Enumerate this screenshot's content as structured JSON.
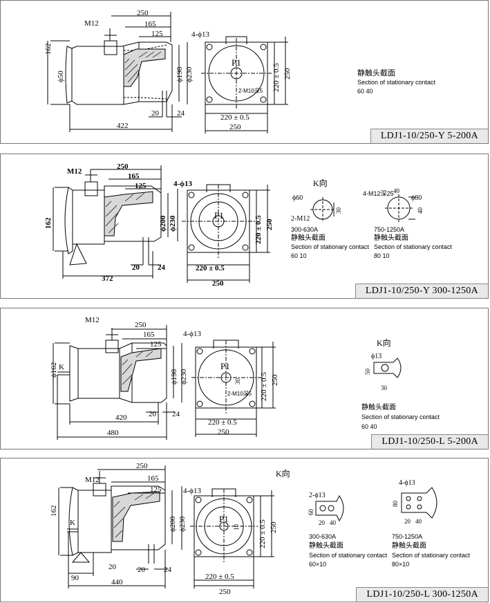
{
  "panels": [
    {
      "caption": "LDJ1-10/250-Y 5-200A",
      "dims": {
        "m12": "M12",
        "d250": "250",
        "d165": "165",
        "d125": "125",
        "d162": "162",
        "d50": "ϕ50",
        "d198": "ϕ198",
        "d230": "ϕ230",
        "d20": "20",
        "d24": "24",
        "d422": "422",
        "holes": "4-ϕ13",
        "p1": "P1",
        "d220a": "220 ± 0.5",
        "d250b": "250",
        "d220b": "220 ± 0.5",
        "d250c": "250",
        "m10": "2-M10深5"
      },
      "note": {
        "zh": "静触头截面",
        "en": "Section of stationary contact",
        "size": "60 40"
      }
    },
    {
      "caption": "LDJ1-10/250-Y 300-1250A",
      "dims": {
        "m12": "M12",
        "d250": "250",
        "d165": "165",
        "d125": "125",
        "d162": "162",
        "d200": "ϕ200",
        "d230": "ϕ230",
        "d20": "20",
        "d24": "24",
        "d372": "372",
        "holes": "4-ϕ13",
        "p1": "P1",
        "d220a": "220 ± 0.5",
        "d250b": "250",
        "d220b": "220 ± 0.5",
        "d250c": "250"
      },
      "kview": "K向",
      "sectionA": {
        "dia": "ϕ60",
        "m": "2-M12",
        "d30": "30",
        "range": "300-630A",
        "zh": "静触头截面",
        "en": "Section of stationary contact",
        "size": "60 10"
      },
      "sectionB": {
        "m": "4-M12深25",
        "d40a": "40",
        "d40b": "40",
        "dia": "ϕ80",
        "range": "750-1250A",
        "zh": "静触头截面",
        "en": "Section of stationary contact",
        "size": "80 10"
      }
    },
    {
      "caption": "LDJ1-10/250-L 5-200A",
      "dims": {
        "m12": "M12",
        "d250": "250",
        "d165": "165",
        "d125": "125",
        "d162": "ϕ162",
        "k": "K",
        "d198": "ϕ198",
        "d230": "ϕ230",
        "d20": "20",
        "d24": "24",
        "d420": "420",
        "d480": "480",
        "holes": "4-ϕ13",
        "p1": "P1",
        "d30": "30",
        "m10": "2-M10深5",
        "d220a": "220 ± 0.5",
        "d250b": "250",
        "d220b": "220 ± 0.5",
        "d250c": "250"
      },
      "kview": "K向",
      "sectionA": {
        "dia": "ϕ13",
        "d50": "50",
        "d30": "30",
        "zh": "静触头截面",
        "en": "Section of stationary contact",
        "size": "60 40"
      }
    },
    {
      "caption": "LDJ1-10/250-L 300-1250A",
      "dims": {
        "m12": "M12",
        "d250": "250",
        "d165": "165",
        "d125": "125",
        "d162": "162",
        "k": "K",
        "d200": "ϕ200",
        "d230": "ϕ230",
        "d20": "20",
        "d24": "24",
        "d90": "90",
        "d440": "440",
        "holes": "4-ϕ13",
        "p1": "P1",
        "d10": "10",
        "d220a": "220 ± 0.5",
        "d250b": "250",
        "d220b": "220 ± 0.5",
        "d250c": "250"
      },
      "kview": "K向",
      "sectionA": {
        "holes": "2-ϕ13",
        "d60": "60",
        "d20": "20",
        "d40": "40",
        "range": "300-630A",
        "zh": "静触头截面",
        "en": "Section of stationary contact",
        "size": "60×10"
      },
      "sectionB": {
        "holes": "4-ϕ13",
        "d80": "80",
        "d20": "20",
        "d40": "40",
        "range": "750-1250A",
        "zh": "静触头截面",
        "en": "Section of stationary contact",
        "size": "80×10"
      }
    }
  ]
}
